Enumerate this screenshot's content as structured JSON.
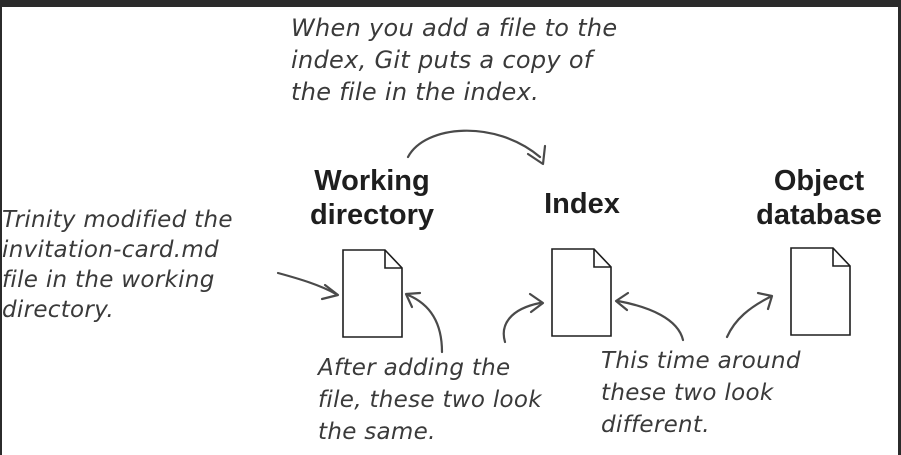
{
  "headings": {
    "working_directory": "Working\ndirectory",
    "index": "Index",
    "object_database": "Object\ndatabase"
  },
  "notes": {
    "top": "When you add a file to the\nindex, Git puts a copy of\nthe file in the index.",
    "left": "Trinity modified the\ninvitation-card.md\nfile in the working\ndirectory.",
    "bottom_middle": "After adding the\nfile, these two look\nthe same.",
    "bottom_right": "This time around\nthese two look\ndifferent."
  },
  "icons": [
    "file-icon",
    "file-icon",
    "file-icon"
  ],
  "colors": {
    "background": "#ffffff",
    "ink": "#1e1e1e",
    "handwriting": "#3a3a3a",
    "frame": "#2b2b2b"
  }
}
